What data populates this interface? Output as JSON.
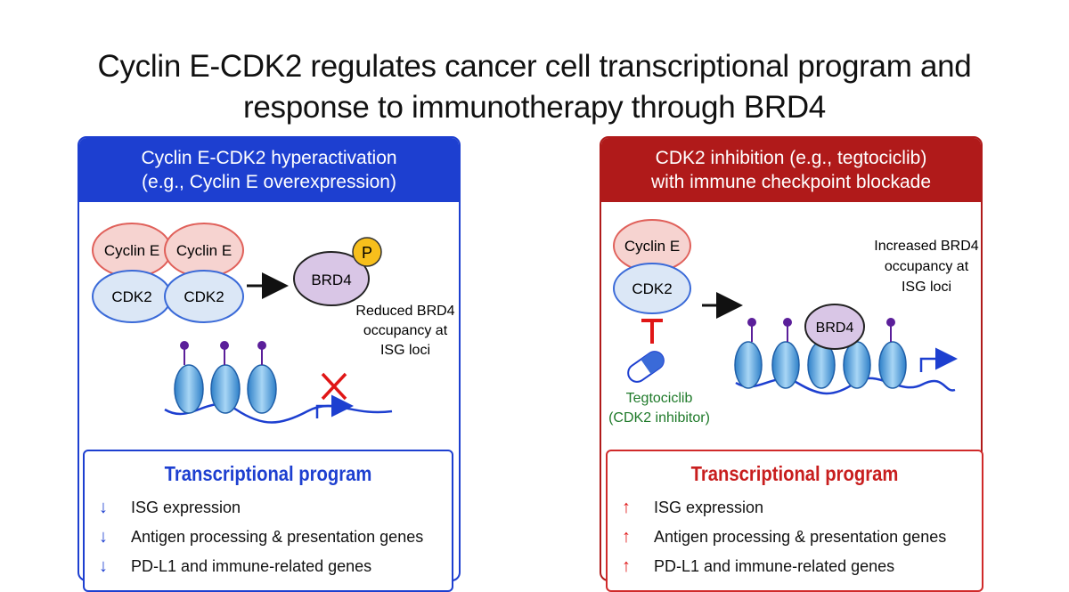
{
  "title": {
    "line1": "Cyclin E-CDK2 regulates cancer cell transcriptional program and",
    "line2": "response to immunotherapy through BRD4"
  },
  "left_panel": {
    "header_line1": "Cyclin E-CDK2 hyperactivation",
    "header_line2": "(e.g., Cyclin E overexpression)",
    "cyclin_label": "Cyclin E",
    "cdk2_label": "CDK2",
    "brd4_label": "BRD4",
    "phospho_label": "P",
    "note_line1": "Reduced BRD4",
    "note_line2": "occupancy at",
    "note_line3": "ISG loci",
    "program": {
      "title": "Transcriptional program",
      "items": [
        {
          "arrow": "↓",
          "text": "ISG expression"
        },
        {
          "arrow": "↓",
          "text": "Antigen processing & presentation genes"
        },
        {
          "arrow": "↓",
          "text": "PD-L1 and immune-related genes"
        }
      ]
    }
  },
  "right_panel": {
    "header_line1": "CDK2 inhibition (e.g., tegtociclib)",
    "header_line2": "with immune checkpoint blockade",
    "cyclin_label": "Cyclin E",
    "cdk2_label": "CDK2",
    "brd4_label": "BRD4",
    "drug_line1": "Tegtociclib",
    "drug_line2": "(CDK2 inhibitor)",
    "note_line1": "Increased BRD4",
    "note_line2": "occupancy at",
    "note_line3": "ISG loci",
    "program": {
      "title": "Transcriptional program",
      "items": [
        {
          "arrow": "↑",
          "text": "ISG expression"
        },
        {
          "arrow": "↑",
          "text": "Antigen processing & presentation genes"
        },
        {
          "arrow": "↑",
          "text": "PD-L1 and immune-related genes"
        }
      ]
    }
  },
  "colors": {
    "left_accent": "#1d3fd0",
    "right_accent": "#b01a1a",
    "cyclin_fill": "#f6d3d0",
    "cyclin_stroke": "#e0605a",
    "cdk2_fill": "#dbe7f6",
    "cdk2_stroke": "#3a6ad8",
    "brd4_fill": "#d9c6e6",
    "phospho_fill": "#f7bf1c",
    "nucleosome": "#5aa7e0",
    "mark": "#5b1f9a",
    "inhibit": "#e01616",
    "drug_text": "#1f7a2a"
  }
}
